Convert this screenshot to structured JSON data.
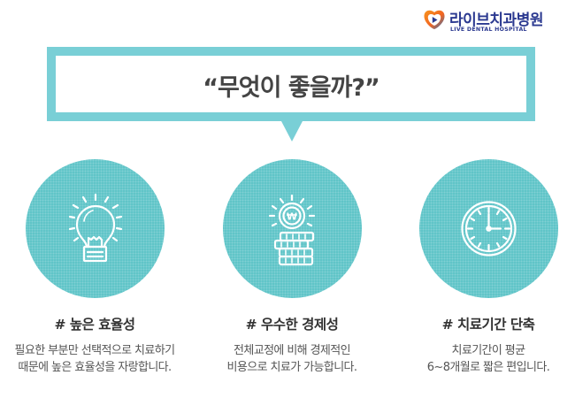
{
  "brand": {
    "name": "라이브치과병원",
    "subtitle": "LIVE DENTAL HOSPITAL",
    "logo_icon": "heart-play-icon",
    "colors": {
      "navy": "#2b3990",
      "orange": "#f7941d",
      "blue": "#1f6fc0"
    }
  },
  "headline": {
    "text": "“무엇이 좋을까?”",
    "border_color": "#79cfd6"
  },
  "features": [
    {
      "icon": "lightbulb-icon",
      "title": "# 높은 효율성",
      "desc_line1": "필요한 부분만 선택적으로 치료하기",
      "desc_line2": "때문에 높은 효율성을 자랑합니다."
    },
    {
      "icon": "coins-won-icon",
      "title": "# 우수한 경제성",
      "desc_line1": "전체교정에 비해 경제적인",
      "desc_line2": "비용으로 치료가 가능합니다."
    },
    {
      "icon": "clock-icon",
      "title": "# 치료기간 단축",
      "desc_line1": "치료기간이 평균",
      "desc_line2": "6~8개월로 짧은 편입니다."
    }
  ],
  "colors": {
    "circle": "#5ec4c8",
    "accent": "#79cfd6",
    "text": "#333333"
  }
}
